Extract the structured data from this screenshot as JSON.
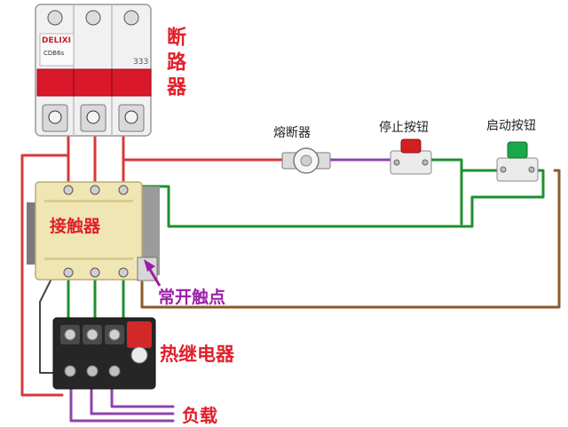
{
  "labels": {
    "breaker": "断路器",
    "fuse": "熔断器",
    "stop_button": "停止按钮",
    "start_button": "启动按钮",
    "contactor": "接触器",
    "aux_contact": "常开触点",
    "thermal_relay": "热继电器",
    "load": "负载"
  },
  "breaker_brand": "DELIXI",
  "breaker_model": "CDB6s",
  "colors": {
    "label_red": "#e0202a",
    "label_purple": "#9a1fa6",
    "wire_red": "#d63a3a",
    "wire_green": "#1f8f2f",
    "wire_purple": "#8e44ad",
    "wire_brown": "#8b5a2b",
    "breaker_handle": "#d9182a",
    "contactor_body": "#efe6b3",
    "stop_cap": "#d22020",
    "start_cap": "#1aa84a"
  }
}
